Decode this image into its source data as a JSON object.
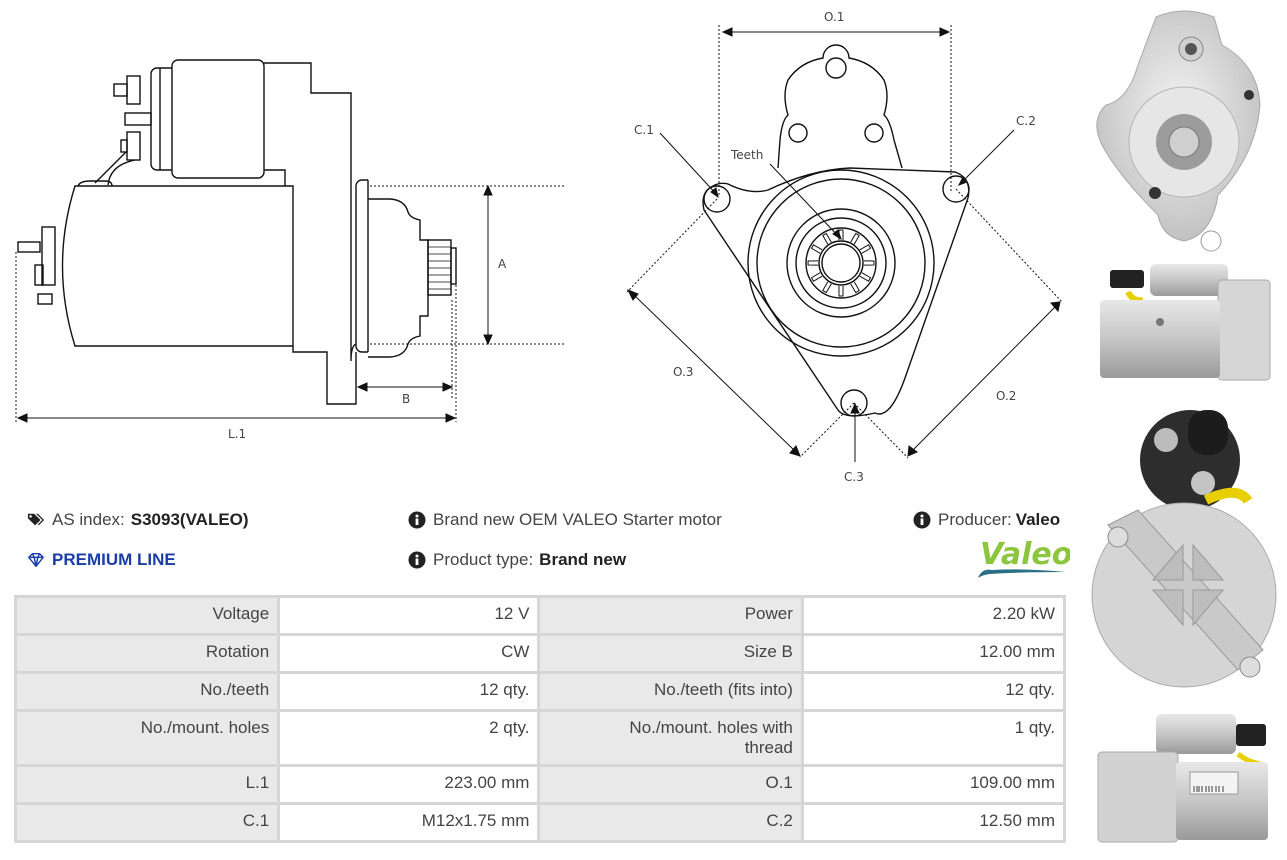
{
  "diagrams": {
    "side_view": {
      "labels": {
        "a": "A",
        "b": "B",
        "l1": "L.1"
      }
    },
    "front_view": {
      "labels": {
        "o1": "O.1",
        "o2": "O.2",
        "o3": "O.3",
        "c1": "C.1",
        "c2": "C.2",
        "c3": "C.3",
        "teeth": "Teeth"
      }
    }
  },
  "info": {
    "as_index_label": "AS index:",
    "as_index_value": "S3093(VALEO)",
    "premium_line": "PREMIUM LINE",
    "description": "Brand new OEM VALEO Starter motor",
    "product_type_label": "Product type:",
    "product_type_value": "Brand new",
    "producer_label": "Producer:",
    "producer_value": "Valeo",
    "brand_logo_text": "Valeo"
  },
  "colors": {
    "premium_blue": "#1a3ea8",
    "valeo_green": "#8cc63f",
    "valeo_swoosh": "#2a6f86",
    "label_cell_bg": "#e9e9e9",
    "border": "#d6d6d6"
  },
  "specs": [
    {
      "label1": "Voltage",
      "value1": "12 V",
      "label2": "Power",
      "value2": "2.20 kW"
    },
    {
      "label1": "Rotation",
      "value1": "CW",
      "label2": "Size B",
      "value2": "12.00 mm"
    },
    {
      "label1": "No./teeth",
      "value1": "12 qty.",
      "label2": "No./teeth (fits into)",
      "value2": "12 qty."
    },
    {
      "label1": "No./mount. holes",
      "value1": "2 qty.",
      "label2": "No./mount. holes with thread",
      "value2": "1 qty."
    },
    {
      "label1": "L.1",
      "value1": "223.00 mm",
      "label2": "O.1",
      "value2": "109.00 mm"
    },
    {
      "label1": "C.1",
      "value1": "M12x1.75 mm",
      "label2": "C.2",
      "value2": "12.50 mm"
    }
  ],
  "photos": [
    {
      "name": "front-flange-photo"
    },
    {
      "name": "side-photo-left"
    },
    {
      "name": "rear-end-photo"
    },
    {
      "name": "side-photo-right"
    }
  ]
}
